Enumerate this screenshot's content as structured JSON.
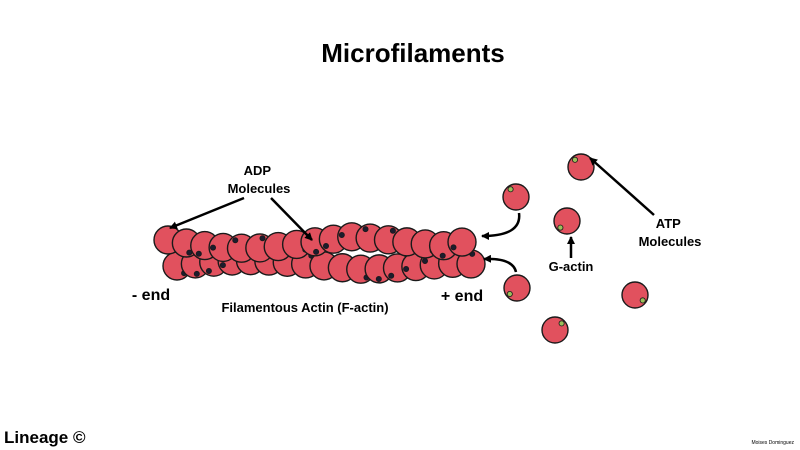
{
  "title": "Microfilaments",
  "labels": {
    "adp": [
      "ADP",
      "Molecules"
    ],
    "atp": [
      "ATP",
      "Molecules"
    ],
    "g_actin": "G-actin",
    "minus_end": "- end",
    "plus_end": "+ end",
    "f_actin": "Filamentous Actin (F-actin)"
  },
  "footer": {
    "credit": "Lineage ©",
    "author": "Moises Dominguez"
  },
  "colors": {
    "actin_fill": "#e1515e",
    "outline": "#1a1a1a",
    "adp_dot": "#1c1c2e",
    "atp_dot": "#9bbf5b"
  }
}
